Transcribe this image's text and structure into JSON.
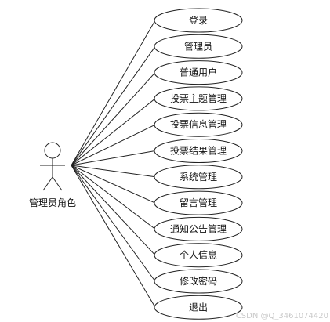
{
  "actor": {
    "label": "管理员角色"
  },
  "use_cases": [
    {
      "label": "登录"
    },
    {
      "label": "管理员"
    },
    {
      "label": "普通用户"
    },
    {
      "label": "投票主题管理"
    },
    {
      "label": "投票信息管理"
    },
    {
      "label": "投票结果管理"
    },
    {
      "label": "系统管理"
    },
    {
      "label": "留言管理"
    },
    {
      "label": "通知公告管理"
    },
    {
      "label": "个人信息"
    },
    {
      "label": "修改密码"
    },
    {
      "label": "退出"
    }
  ],
  "watermark": "CSDN @Q_3461074420",
  "colors": {
    "stroke": "#222222",
    "ellipse_fill": "#ffffff",
    "text": "#111111",
    "watermark": "#c9c9c9"
  }
}
